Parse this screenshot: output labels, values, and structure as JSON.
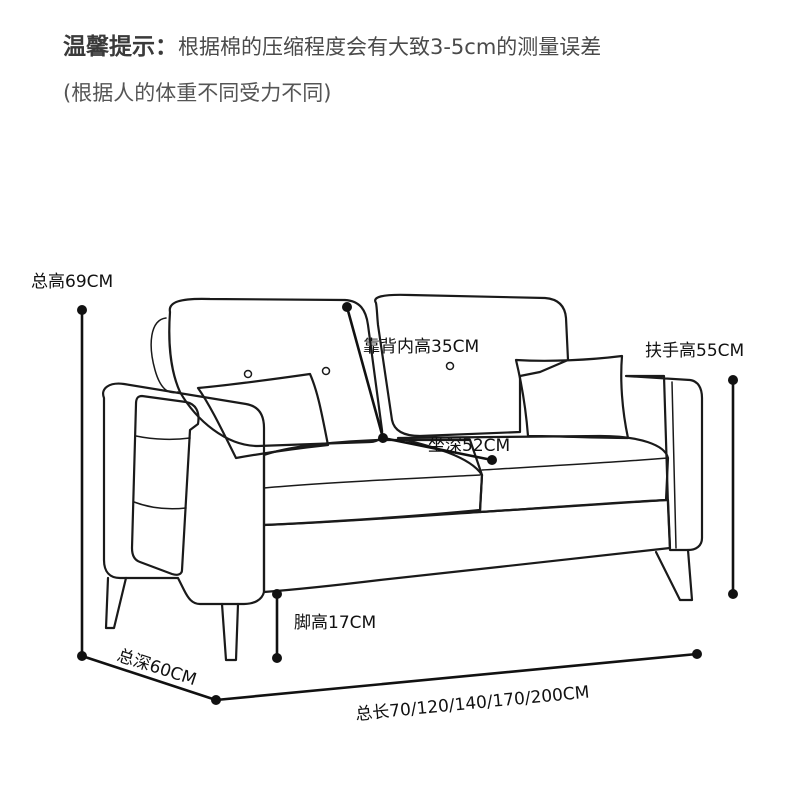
{
  "notice": {
    "prefix": "温馨提示：",
    "text": "根据棉的压缩程度会有大致3-5cm的测量误差",
    "line2": "(根据人的体重不同受力不同)"
  },
  "dimensions": {
    "total_height": "总高69CM",
    "back_inner_height": "靠背内高35CM",
    "armrest_height": "扶手高55CM",
    "seat_depth": "坐深52CM",
    "leg_height": "脚高17CM",
    "total_depth": "总深60CM",
    "total_length": "总长70/120/140/170/200CM"
  },
  "colors": {
    "line": "#1a1a1a",
    "text": "#111111",
    "notice_text": "#4a4a4a"
  }
}
